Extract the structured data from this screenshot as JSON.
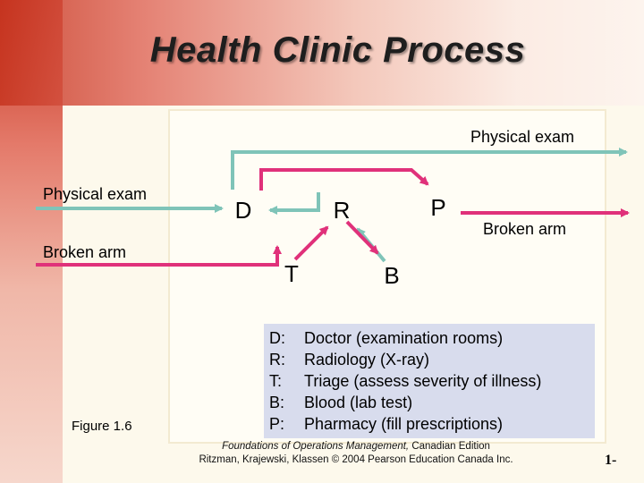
{
  "title": "Health Clinic Process",
  "flow_labels": {
    "physical_exam_left": "Physical exam",
    "broken_arm_left": "Broken arm",
    "physical_exam_top": "Physical exam",
    "broken_arm_right": "Broken arm"
  },
  "nodes": {
    "D": "D",
    "R": "R",
    "P": "P",
    "T": "T",
    "B": "B"
  },
  "legend": [
    {
      "key": "D:",
      "desc": "Doctor (examination rooms)"
    },
    {
      "key": "R:",
      "desc": "Radiology (X-ray)"
    },
    {
      "key": "T:",
      "desc": "Triage (assess severity of illness)"
    },
    {
      "key": "B:",
      "desc": "Blood (lab test)"
    },
    {
      "key": "P:",
      "desc": "Pharmacy (fill prescriptions)"
    }
  ],
  "figure_label": "Figure 1.6",
  "footer": {
    "book_title": "Foundations of Operations Management,",
    "edition": " Canadian Edition",
    "line2": "Ritzman, Krajewski, Klassen  © 2004 Pearson Education Canada Inc."
  },
  "slide_number": "1-",
  "colors": {
    "teal_flow": "#7fc4b8",
    "magenta_flow": "#e0317a",
    "legend_bg": "#d8dced",
    "accent_red": "#c4321f"
  }
}
